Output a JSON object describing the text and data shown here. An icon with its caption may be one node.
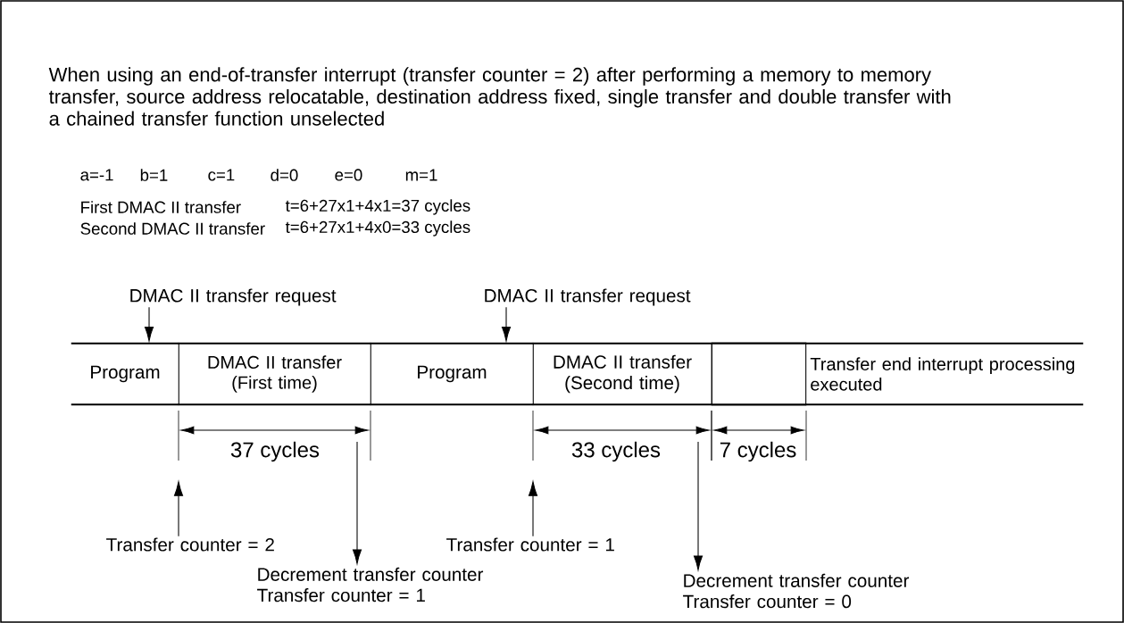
{
  "diagram": {
    "nodes": [
      {
        "text": [
          "Program"
        ]
      },
      {
        "text": [
          "DMAC II transfer (First time)"
        ]
      },
      {
        "text": [
          "Program"
        ]
      },
      {
        "text": [
          "DMAC II transfer (Second time)"
        ]
      },
      {
        "text": [],
        "shape": "box"
      },
      {
        "text": [
          "Transfer end interrupt processing executed"
        ]
      },
      {
        "text": [
          "DMAC II transfer request"
        ]
      },
      {
        "text": [
          "DMAC II transfer request"
        ]
      },
      {
        "text": [
          "Transfer counter = 2"
        ]
      },
      {
        "text": [
          "Decrement transfer counter",
          "Transfer counter = 1"
        ]
      },
      {
        "text": [
          "Transfer counter = 1"
        ]
      },
      {
        "text": [
          "Decrement transfer counter",
          "Transfer counter = 0"
        ]
      }
    ],
    "edges": [
      {
        "from": 6,
        "to": 0,
        "arrow": "to"
      },
      {
        "from": 7,
        "to": 2,
        "arrow": "to"
      },
      {
        "from": 8,
        "to": null,
        "arrow": "to"
      },
      {
        "from": null,
        "to": 9,
        "arrow": "to"
      },
      {
        "from": 10,
        "to": null,
        "arrow": "to"
      },
      {
        "from": null,
        "to": 11,
        "arrow": "to"
      }
    ],
    "labels": [
      "When using an end-of-transfer interrupt (transfer counter = 2) after performing a memory to memory transfer, source address relocatable, destination address fixed, single transfer and double transfer with a chained transfer function unselected",
      "a=-1",
      "b=1",
      "c=1",
      "d=0",
      "e=0",
      "m=1",
      "First DMAC II transfer",
      "t=6+27x1+4x1=37 cycles",
      "Second DMAC II transfer",
      "t=6+27x1+4x0=33 cycles",
      "37 cycles",
      "33 cycles",
      "7 cycles"
    ]
  }
}
